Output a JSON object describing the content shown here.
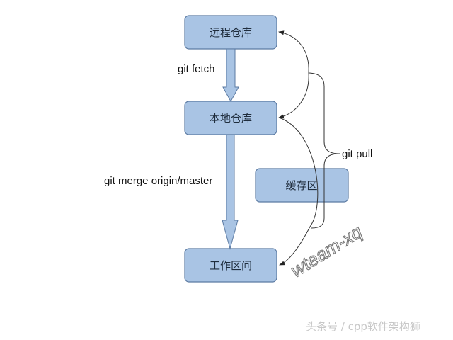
{
  "nodes": {
    "remote_repo": "远程仓库",
    "local_repo": "本地仓库",
    "stash_area": "缓存区",
    "workspace": "工作区间"
  },
  "edges": {
    "fetch": "git fetch",
    "merge": "git merge origin/master",
    "pull": "git pull"
  },
  "watermark": "wteam-xq",
  "footer": "头条号 / cpp软件架构狮",
  "colors": {
    "box_fill": "#a9c4e4",
    "box_stroke": "#5b7aa2",
    "line": "#333333"
  }
}
